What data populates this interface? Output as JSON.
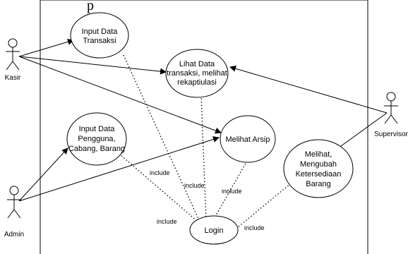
{
  "system": {
    "title_fragment": "p"
  },
  "actors": {
    "kasir": "Kasir",
    "admin": "Admin",
    "supervisor": "Supervisor"
  },
  "usecases": {
    "input_transaksi": [
      "Input Data",
      "Transaksi"
    ],
    "lihat_data": [
      "Lihat Data",
      "transaksi, melihat",
      "rekaptiulasi"
    ],
    "input_pengguna": [
      "Input Data",
      "Pengguna,",
      "Cabang, Barang"
    ],
    "melihat_arsip": [
      "Melihat Arsip"
    ],
    "mengubah": [
      "Melihat,",
      "Mengubah",
      "Ketersediaan",
      "Barang"
    ],
    "login": [
      "Login"
    ]
  },
  "relations": {
    "include": "include"
  }
}
